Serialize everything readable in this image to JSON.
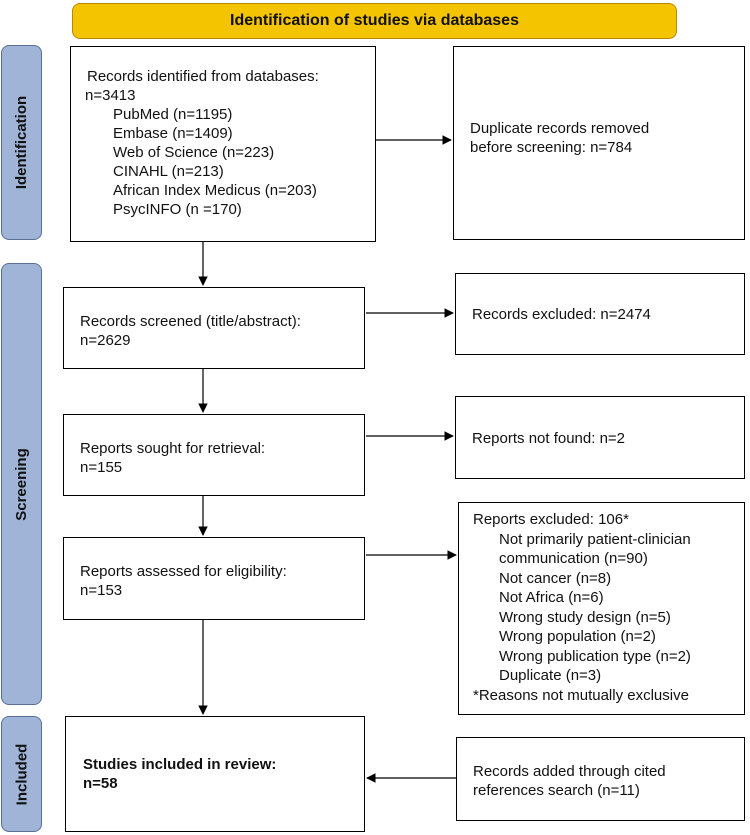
{
  "header": {
    "title": "Identification of studies via databases"
  },
  "phases": {
    "identification": "Identification",
    "screening": "Screening",
    "included": "Included"
  },
  "identified": {
    "heading": "Records identified from databases:",
    "total": "n=3413",
    "sources": [
      "PubMed (n=1195)",
      "Embase (n=1409)",
      "Web of Science (n=223)",
      "CINAHL (n=213)",
      "African Index Medicus (n=203)",
      "PsycINFO (n =170)"
    ]
  },
  "duplicates": {
    "line1": "Duplicate records removed",
    "line2": "before screening: n=784"
  },
  "screened": {
    "line1": "Records screened (title/abstract):",
    "line2": "n=2629"
  },
  "excluded_screen": {
    "text": "Records excluded: n=2474"
  },
  "sought": {
    "line1": "Reports sought for retrieval:",
    "line2": "n=155"
  },
  "not_found": {
    "text": "Reports not found: n=2"
  },
  "assessed": {
    "line1": "Reports assessed for eligibility:",
    "line2": "n=153"
  },
  "excluded_reports": {
    "heading": "Reports excluded: 106*",
    "reasons": [
      "Not primarily patient-clinician",
      "communication (n=90)",
      "Not cancer (n=8)",
      "Not Africa (n=6)",
      "Wrong study design (n=5)",
      "Wrong population (n=2)",
      "Wrong publication type (n=2)",
      "Duplicate (n=3)"
    ],
    "footnote": "*Reasons not mutually exclusive"
  },
  "included": {
    "line1": "Studies included in review:",
    "line2": "n=58"
  },
  "added": {
    "line1": "Records added through cited",
    "line2": "references search (n=11)"
  }
}
